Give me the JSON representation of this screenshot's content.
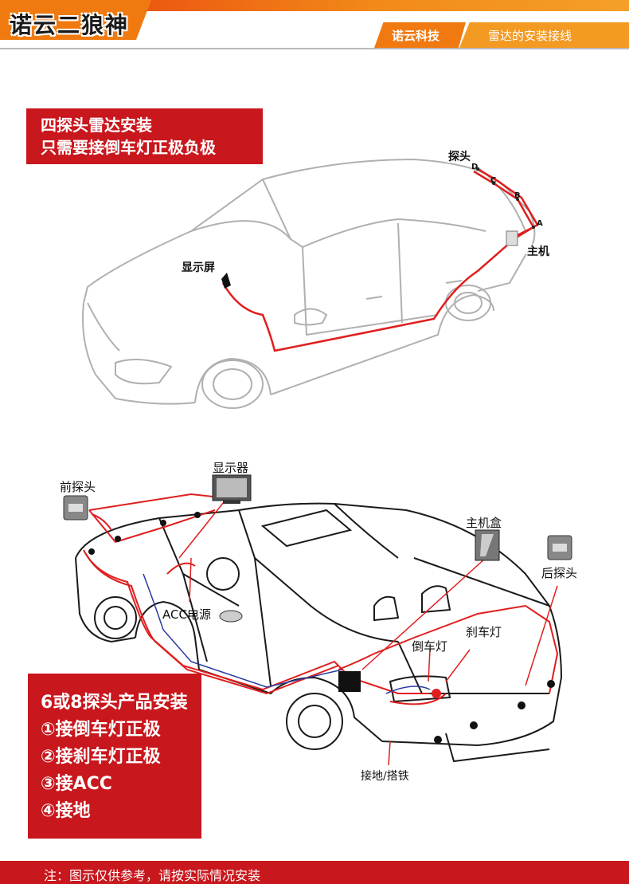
{
  "header": {
    "brand": "诺云二狼神",
    "company": "诺云科技",
    "title": "雷达的安装接线"
  },
  "section1": {
    "box_line1": "四探头雷达安装",
    "box_line2": "只需要接倒车灯正极负极",
    "labels": {
      "probe": "探头",
      "host": "主机",
      "display": "显示屏",
      "a": "A",
      "b": "B",
      "c": "C",
      "d": "D"
    }
  },
  "section2": {
    "labels": {
      "front_probe": "前探头",
      "monitor": "显示器",
      "host_box": "主机盒",
      "rear_probe": "后探头",
      "acc": "ACC电源",
      "reverse_light": "倒车灯",
      "brake_light": "刹车灯",
      "ground": "接地/搭铁"
    },
    "box_title": "6或8探头产品安装",
    "box_items": [
      "①接倒车灯正极",
      "②接刹车灯正极",
      "③接ACC",
      "④接地"
    ]
  },
  "footer": {
    "note": "注：图示仅供参考，请按实际情况安装"
  },
  "colors": {
    "orange": "#f07a10",
    "red": "#c8171d",
    "wire_red": "#e01e1e"
  }
}
